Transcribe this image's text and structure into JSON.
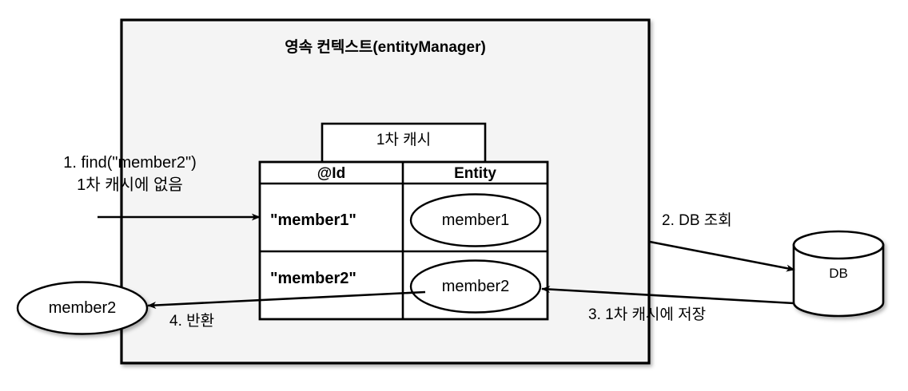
{
  "diagram": {
    "title": "영속 컨텍스트(entityManager)",
    "container_fill": "#f4f4f4",
    "stroke_color": "#000000",
    "background": "#ffffff"
  },
  "cache": {
    "tab_label": "1차 캐시",
    "columns": [
      "@Id",
      "Entity"
    ],
    "rows": [
      {
        "id": "\"member1\"",
        "entity": "member1"
      },
      {
        "id": "\"member2\"",
        "entity": "member2"
      }
    ]
  },
  "database": {
    "label": "DB"
  },
  "result": {
    "entity_label": "member2"
  },
  "steps": [
    {
      "num": "1",
      "line1": "1. find(\"member2\")",
      "line2": "1차 캐시에 없음"
    },
    {
      "num": "2",
      "label": "2. DB 조회"
    },
    {
      "num": "3",
      "label": "3. 1차 캐시에 저장"
    },
    {
      "num": "4",
      "label": "4. 반환"
    }
  ]
}
